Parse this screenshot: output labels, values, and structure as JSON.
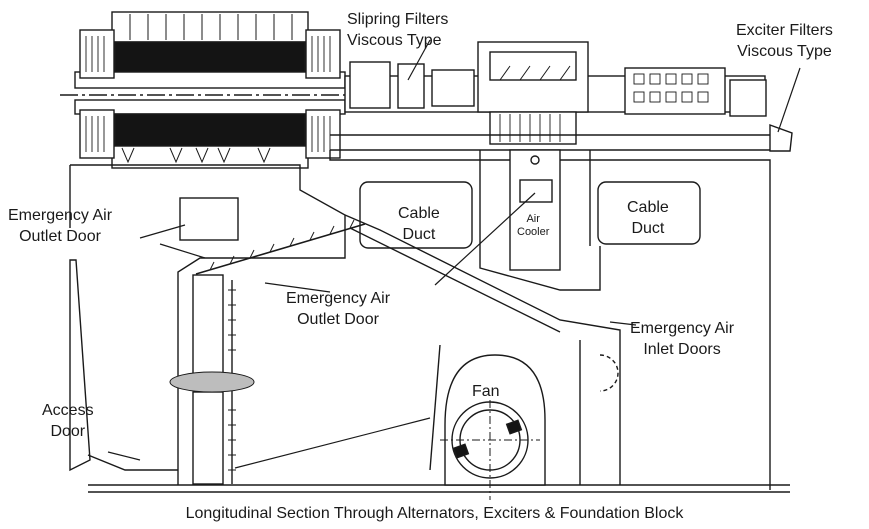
{
  "labels": {
    "slipring_filters": [
      "Slipring Filters",
      "Viscous Type"
    ],
    "exciter_filters": [
      "Exciter Filters",
      "Viscous Type"
    ],
    "emergency_air_outlet_door_left": [
      "Emergency Air",
      "Outlet Door"
    ],
    "cable_duct_left": [
      "Cable",
      "Duct"
    ],
    "cable_duct_right": [
      "Cable",
      "Duct"
    ],
    "air_cooler": [
      "Air",
      "Cooler"
    ],
    "emergency_air_outlet_door_center": [
      "Emergency Air",
      "Outlet Door"
    ],
    "emergency_air_inlet_doors": [
      "Emergency Air",
      "Inlet Doors"
    ],
    "fan": "Fan",
    "access_door": [
      "Access",
      "Door"
    ]
  },
  "caption": "Longitudinal Section Through Alternators, Exciters & Foundation Block",
  "colors": {
    "ink": "#1a1a1a",
    "winding_fill": "#141414",
    "background": "#ffffff",
    "shade": "#bdbdbd"
  }
}
